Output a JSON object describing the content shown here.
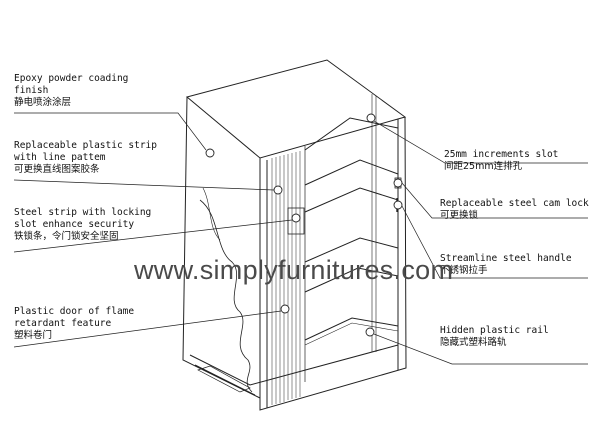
{
  "callouts_left": [
    {
      "en": [
        "Epoxy powder coading",
        "finish"
      ],
      "zh": "静电喷涂涂层"
    },
    {
      "en": [
        "Replaceable plastic strip",
        "with line pattem"
      ],
      "zh": "可更换直线图案胶条"
    },
    {
      "en": [
        "Steel strip with locking",
        "slot enhance security"
      ],
      "zh": "铁锁条，令门锁安全坚固"
    },
    {
      "en": [
        "Plastic door of flame",
        "retardant feature"
      ],
      "zh": "塑料卷门"
    }
  ],
  "callouts_right": [
    {
      "en": [
        "25mm increments slot"
      ],
      "zh": "间距25mm连排孔"
    },
    {
      "en": [
        "Replaceable steel cam lock"
      ],
      "zh": "可更换锁"
    },
    {
      "en": [
        "Streamline steel handle"
      ],
      "zh": "不锈钢拉手"
    },
    {
      "en": [
        "Hidden plastic rail"
      ],
      "zh": "隐藏式塑料路轨"
    }
  ],
  "watermark": "www.simplyfurnitures.com",
  "colors": {
    "line": "#222222",
    "watermark": "#4a4a4a"
  }
}
